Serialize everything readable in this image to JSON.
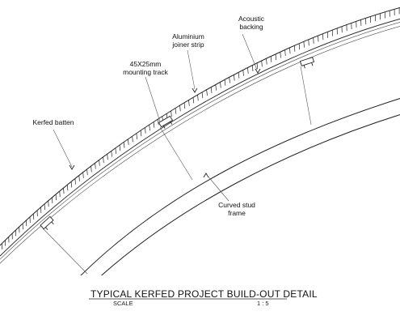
{
  "labels": {
    "acoustic": [
      "Acoustic",
      "backing"
    ],
    "aluminium": [
      "Aluminium",
      "joiner strip"
    ],
    "track": [
      "45X25mm",
      "mounting track"
    ],
    "kerfed": [
      "Kerfed batten"
    ],
    "stud": [
      "Curved stud",
      "frame"
    ]
  },
  "title": "TYPICAL KERFED PROJECT BUILD-OUT DETAIL",
  "scale_label": "SCALE",
  "scale_value": "1 : 5",
  "colors": {
    "line": "#222222",
    "fine": "#555555",
    "background": "#ffffff"
  }
}
